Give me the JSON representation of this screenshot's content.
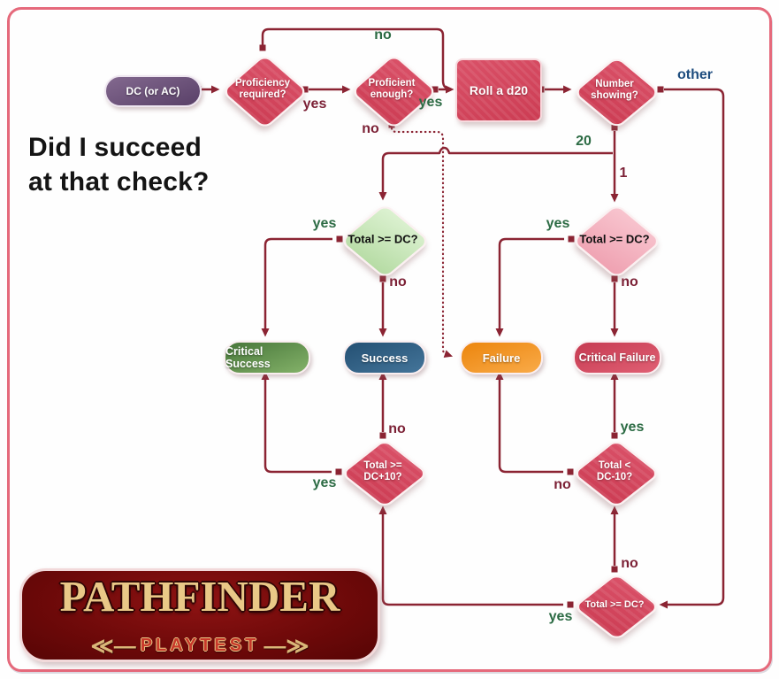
{
  "title": {
    "line1": "Did I succeed",
    "line2": "at that check?"
  },
  "nodes": {
    "dc_or_ac": "DC (or AC)",
    "proficiency_required_1": "Proficiency",
    "proficiency_required_2": "required?",
    "proficient_enough_1": "Proficient",
    "proficient_enough_2": "enough?",
    "roll_d20": "Roll a d20",
    "number_showing_1": "Number",
    "number_showing_2": "showing?",
    "total_ge_dc_left": "Total >= DC?",
    "total_ge_dc_right": "Total >= DC?",
    "critical_success": "Critical Success",
    "success": "Success",
    "failure": "Failure",
    "critical_failure": "Critical Failure",
    "total_ge_dc10_1": "Total >=",
    "total_ge_dc10_2": "DC+10?",
    "total_lt_dcm10_1": "Total <",
    "total_lt_dcm10_2": "DC-10?",
    "total_ge_dc_bottom": "Total >= DC?"
  },
  "edge_labels": {
    "no_top": "no",
    "yes_prof": "yes",
    "yes_enough": "yes",
    "no_enough": "no",
    "other": "other",
    "twenty": "20",
    "one": "1",
    "yes_left": "yes",
    "no_left": "no",
    "yes_right": "yes",
    "no_right": "no",
    "no_dc10": "no",
    "yes_dc10": "yes",
    "yes_dcm10": "yes",
    "no_dcm10": "no",
    "no_bottom": "no",
    "yes_bottom": "yes"
  },
  "logo": {
    "title": "PATHFINDER",
    "subtitle": "PLAYTEST",
    "left_ornament": "≪—",
    "right_ornament": "—≫"
  },
  "colors": {
    "line": "#8b2433",
    "yes_green": "#2c6b44",
    "no_maroon": "#7c2136",
    "other_navy": "#1d4c7e",
    "frame_pink": "#e5697b",
    "diamond_red": "#cc3c53",
    "diamond_green": "#c5e5b4",
    "diamond_pink": "#f3b3c0",
    "pill_success": "#2c5b7d",
    "pill_failure": "#ee8e1c",
    "pill_crit_success": "#5d8a48",
    "pill_crit_failure": "#d04b61",
    "start_purple": "#6b5078",
    "logo_red": "#6d0909",
    "logo_gold": "#e9c887"
  }
}
